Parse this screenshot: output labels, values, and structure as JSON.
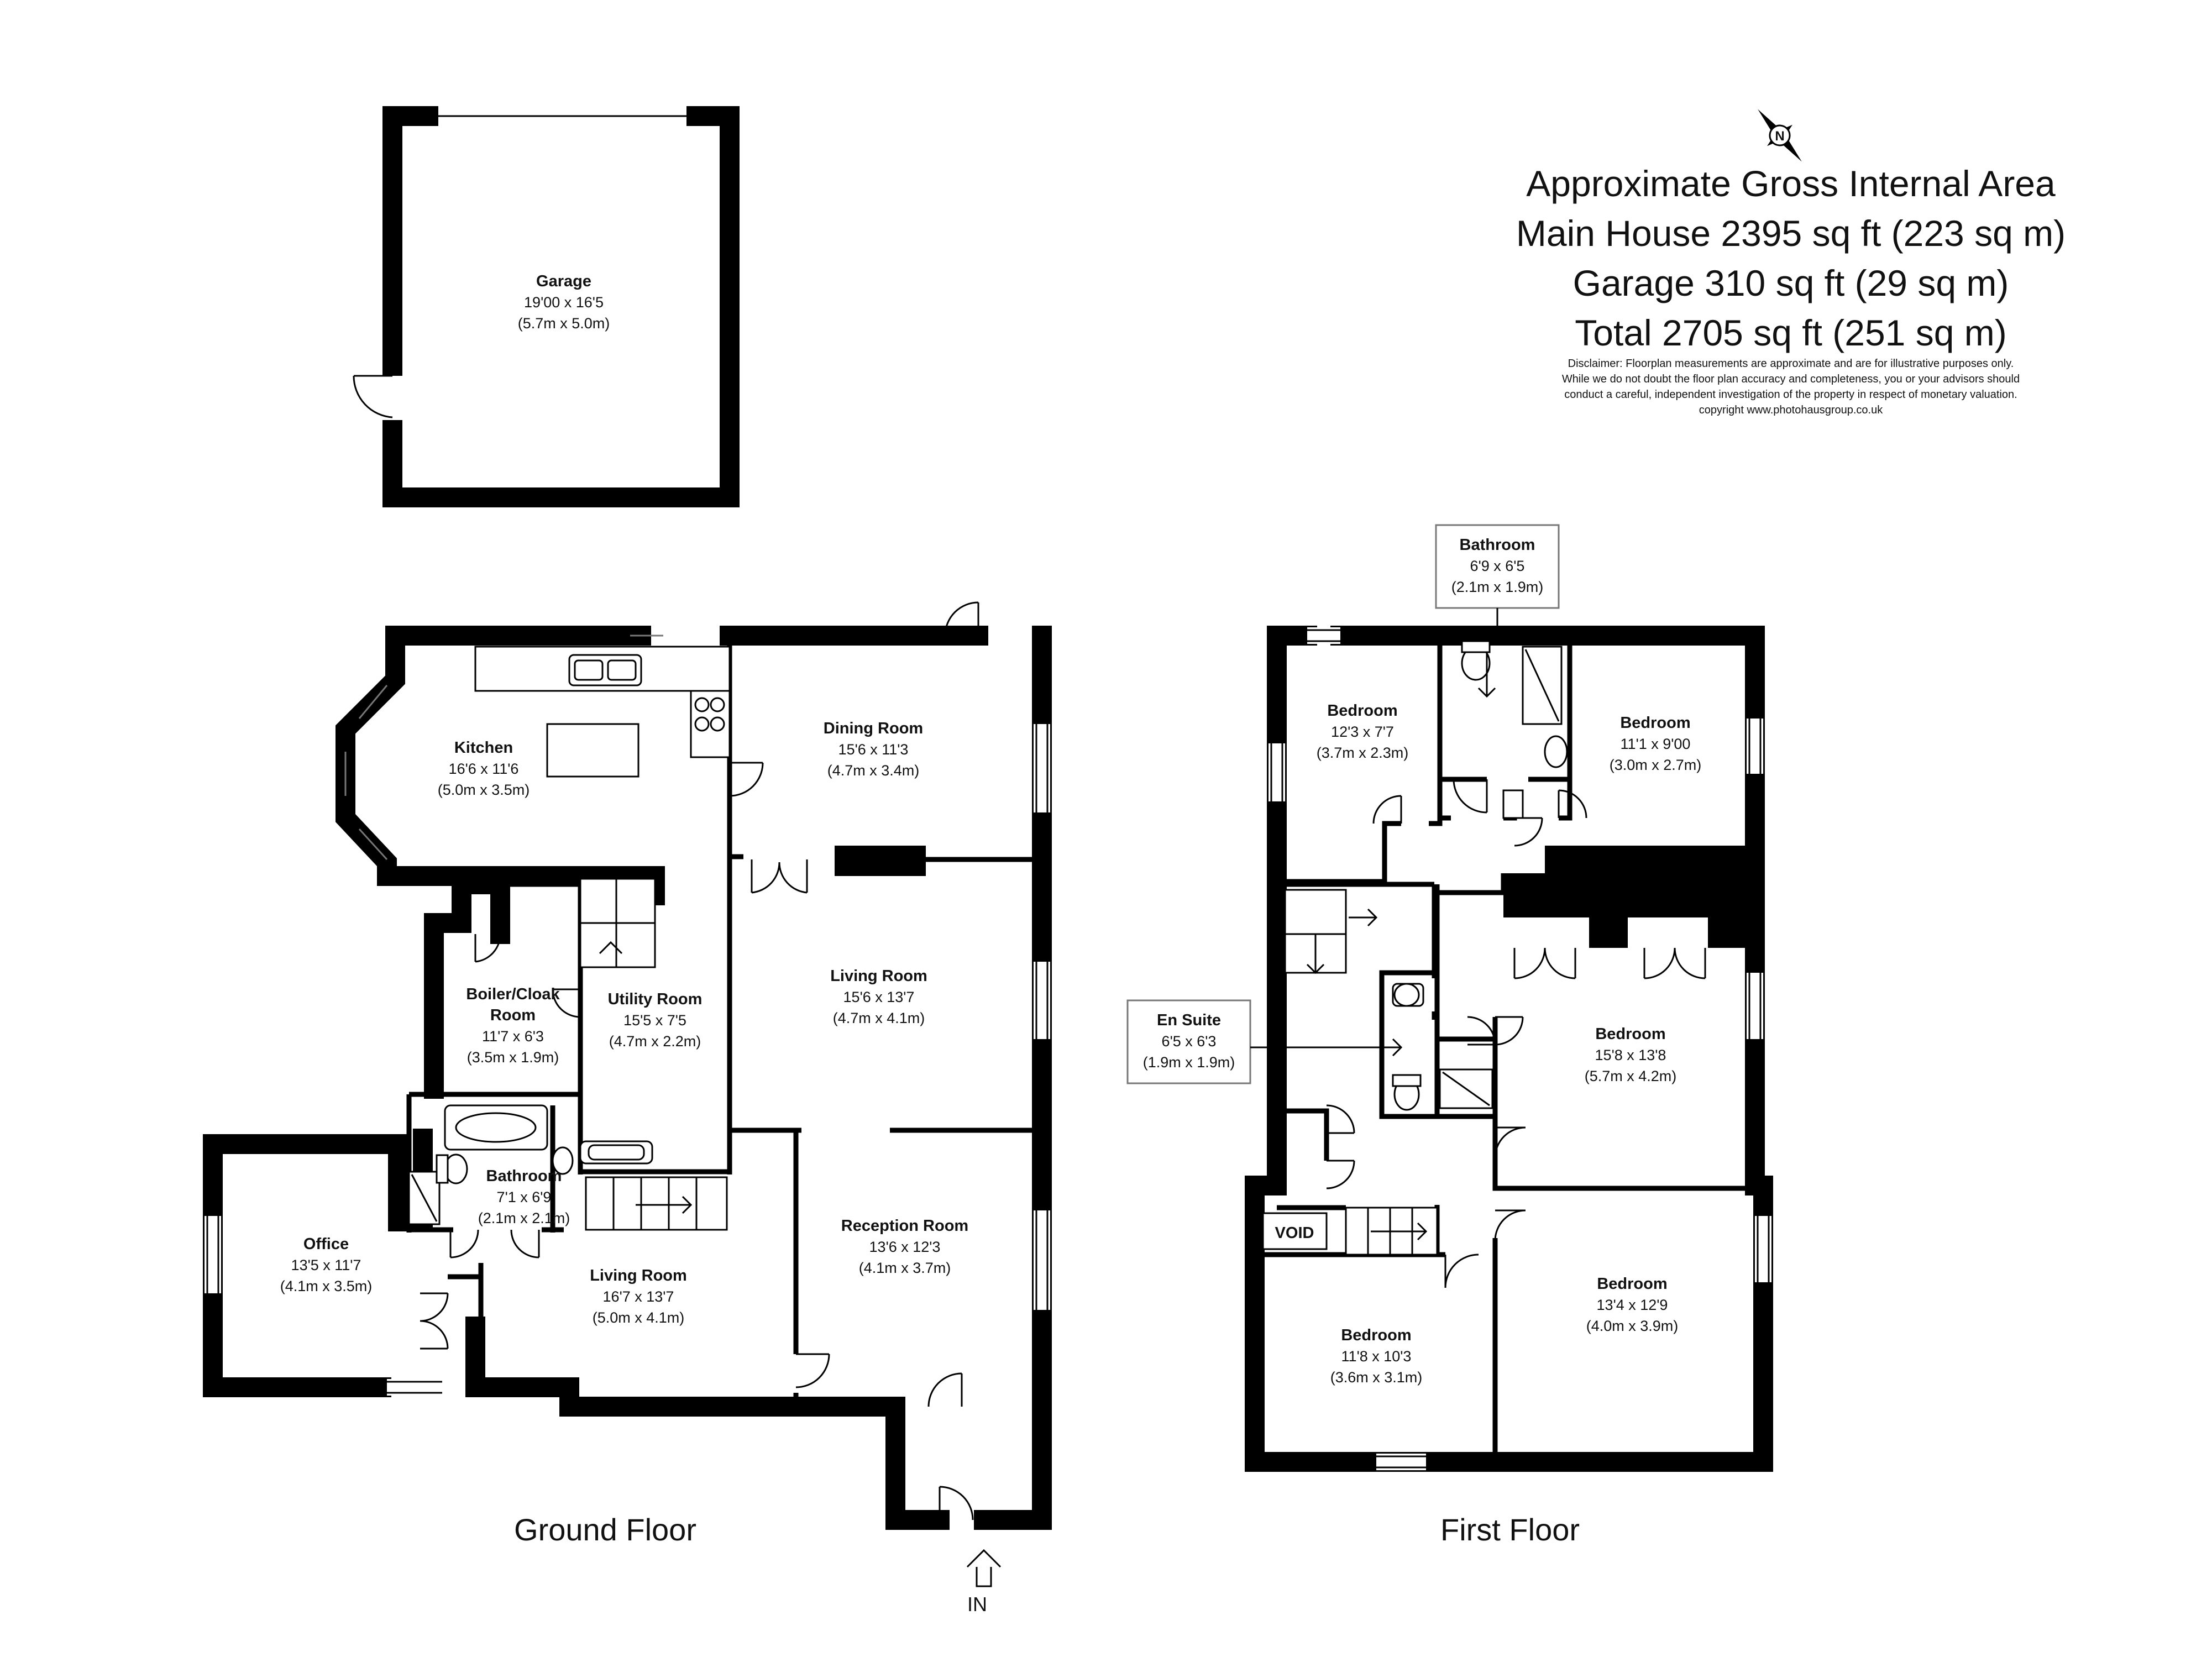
{
  "area_summary": {
    "title": "Approximate Gross Internal Area",
    "main_house": "Main House 2395 sq ft  (223 sq m)",
    "garage": "Garage 310 sq ft (29 sq m)",
    "total": "Total 2705 sq ft (251 sq m)",
    "disclaimer": [
      "Disclaimer: Floorplan measurements are approximate and are for illustrative purposes only.",
      "While we do not doubt the floor plan accuracy and completeness, you or your advisors should",
      "conduct a careful, independent investigation of the property in respect of monetary valuation.",
      "copyright www.photohausgroup.co.uk"
    ]
  },
  "compass": {
    "letter": "N",
    "icon": "compass-north-icon"
  },
  "garage": {
    "name": "Garage",
    "imperial": "19'00 x 16'5",
    "metric": "(5.7m x 5.0m)"
  },
  "ground_floor": {
    "label": "Ground Floor",
    "entrance": "IN",
    "rooms": {
      "kitchen": {
        "name": "Kitchen",
        "imperial": "16'6 x 11'6",
        "metric": "(5.0m x 3.5m)"
      },
      "dining": {
        "name": "Dining Room",
        "imperial": "15'6 x 11'3",
        "metric": "(4.7m x 3.4m)"
      },
      "living_upper": {
        "name": "Living Room",
        "imperial": "15'6 x 13'7",
        "metric": "(4.7m x 4.1m)"
      },
      "boiler": {
        "name_line1": "Boiler/Cloak",
        "name_line2": "Room",
        "imperial": "11'7 x 6'3",
        "metric": "(3.5m x 1.9m)"
      },
      "utility": {
        "name": "Utility Room",
        "imperial": "15'5 x 7'5",
        "metric": "(4.7m x 2.2m)"
      },
      "bathroom": {
        "name": "Bathroom",
        "imperial": "7'1 x 6'9",
        "metric": "(2.1m x 2.1m)"
      },
      "office": {
        "name": "Office",
        "imperial": "13'5 x 11'7",
        "metric": "(4.1m x 3.5m)"
      },
      "living_lower": {
        "name": "Living Room",
        "imperial": "16'7 x 13'7",
        "metric": "(5.0m x 4.1m)"
      },
      "reception": {
        "name": "Reception Room",
        "imperial": "13'6 x 12'3",
        "metric": "(4.1m x 3.7m)"
      }
    }
  },
  "first_floor": {
    "label": "First Floor",
    "void": "VOID",
    "rooms": {
      "bathroom_callout": {
        "name": "Bathroom",
        "imperial": "6'9 x 6'5",
        "metric": "(2.1m x 1.9m)"
      },
      "bedroom_nw": {
        "name": "Bedroom",
        "imperial": "12'3 x 7'7",
        "metric": "(3.7m x 2.3m)"
      },
      "bedroom_ne": {
        "name": "Bedroom",
        "imperial": "11'1 x 9'00",
        "metric": "(3.0m x 2.7m)"
      },
      "ensuite_callout": {
        "name": "En Suite",
        "imperial": "6'5 x 6'3",
        "metric": "(1.9m x 1.9m)"
      },
      "bedroom_main": {
        "name": "Bedroom",
        "imperial": "15'8 x 13'8",
        "metric": "(5.7m x 4.2m)"
      },
      "bedroom_sw": {
        "name": "Bedroom",
        "imperial": "11'8 x 10'3",
        "metric": "(3.6m x 3.1m)"
      },
      "bedroom_se": {
        "name": "Bedroom",
        "imperial": "13'4 x 12'9",
        "metric": "(4.0m x 3.9m)"
      }
    }
  }
}
